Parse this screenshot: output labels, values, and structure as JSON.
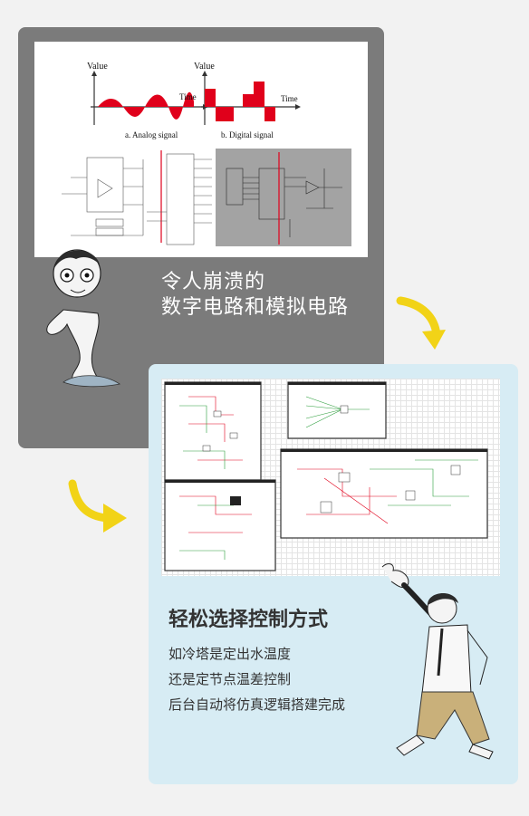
{
  "top_card": {
    "signal_figure": {
      "analog": {
        "axis_value": "Value",
        "axis_time": "Time",
        "caption": "a. Analog signal"
      },
      "digital": {
        "axis_value": "Value",
        "axis_time": "Time",
        "caption": "b. Digital signal"
      }
    },
    "caption_lines": [
      "令人崩溃的",
      "数字电路和模拟电路"
    ]
  },
  "bottom_card": {
    "title": "轻松选择控制方式",
    "lines": [
      "如冷塔是定出水温度",
      "还是定节点温差控制",
      "后台自动将仿真逻辑搭建完成"
    ]
  },
  "colors": {
    "grey_card": "#7b7b7b",
    "blue_card": "#d7ecf4",
    "accent_red": "#e0001b",
    "arrow_yellow": "#f2d317",
    "text_dark": "#333333"
  }
}
